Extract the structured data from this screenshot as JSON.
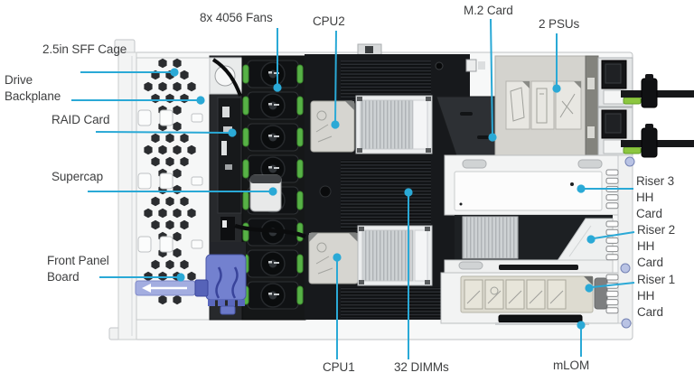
{
  "diagram": {
    "type": "server-top-view-callout-diagram",
    "labels": {
      "sff_cage": "2.5in SFF Cage",
      "drive_backplane": "Drive\nBackplane",
      "raid_card": "RAID Card",
      "supercap": "Supercap",
      "front_panel_board": "Front Panel\nBoard",
      "fans": "8x 4056 Fans",
      "cpu2": "CPU2",
      "m2_card": "M.2 Card",
      "psus": "2 PSUs",
      "riser3": "Riser 3 HH\nCard",
      "riser2": "Riser 2 HH\nCard",
      "riser1": "Riser 1 HH\nCard",
      "cpu1": "CPU1",
      "dimms": "32 DIMMs",
      "mlom": "mLOM"
    },
    "colors": {
      "callout_accent": "#2aa9d6",
      "label_text": "#3e3f40",
      "fan_clip_green": "#57b246",
      "latch_blue": "#7381cf",
      "psu_clip_green": "#8cc63f",
      "background": "#ffffff"
    }
  }
}
